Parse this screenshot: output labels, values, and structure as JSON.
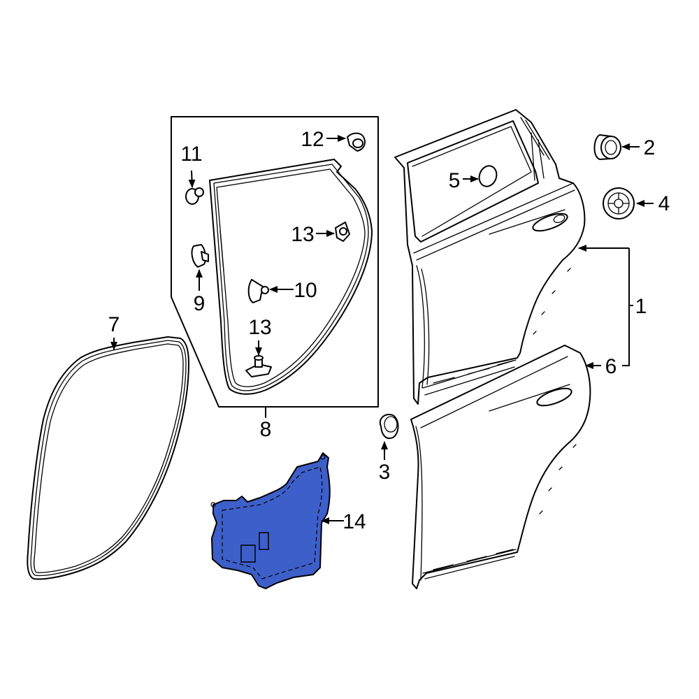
{
  "labels": {
    "door_assembly": "1",
    "bushing": "2",
    "plug": "3",
    "grommet": "4",
    "hole_seal": "5",
    "outer_panel": "6",
    "body_weatherstrip": "7",
    "frame_seal_group": "8",
    "clip_9": "9",
    "clip_10": "10",
    "clip_11": "11",
    "clip_12": "12",
    "clip_13_upper": "13",
    "clip_13_lower": "13",
    "water_shield": "14"
  },
  "colors": {
    "background": "#ffffff",
    "line": "#000000",
    "water_shield": "#3d5fc9"
  }
}
